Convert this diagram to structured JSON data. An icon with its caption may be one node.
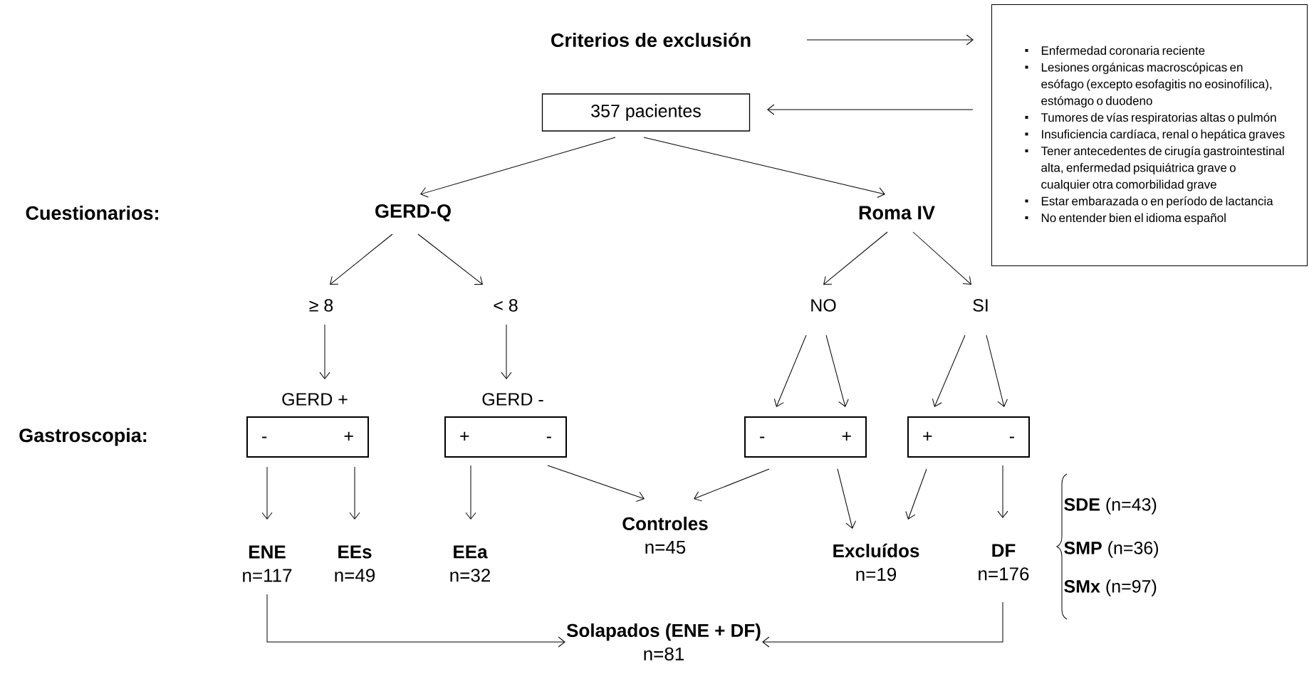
{
  "diagram": {
    "nodes": [
      {
        "text": [
          "Criterios de exclusión"
        ]
      },
      {
        "text": [
          "Enfermedad coronaria reciente",
          "Lesiones orgánicas macroscópicas en esófago (excepto esofagitis no eosinofílica), estómago o duodeno",
          "Tumores de vías respiratorias altas o pulmón",
          "Insuficiencia cardíaca, renal o hepática graves",
          "Tener antecedentes de cirugía gastrointestinal alta, enfermedad psiquiátrica grave o cualquier otra comorbilidad grave",
          "Estar embarazada o en período de lactancia",
          "No entender bien el idioma español"
        ]
      },
      {
        "text": [
          "357 pacientes"
        ]
      },
      {
        "text": [
          "GERD-Q"
        ]
      },
      {
        "text": [
          "Roma IV"
        ]
      },
      {
        "text": [
          "≥ 8"
        ]
      },
      {
        "text": [
          "< 8"
        ]
      },
      {
        "text": [
          "NO"
        ]
      },
      {
        "text": [
          "SI"
        ]
      },
      {
        "text": [
          "GERD +",
          "-",
          "+"
        ]
      },
      {
        "text": [
          "GERD -",
          "+",
          "-"
        ]
      },
      {
        "text": [
          "-",
          "+"
        ]
      },
      {
        "text": [
          "+",
          "-"
        ]
      },
      {
        "text": [
          "ENE",
          "n=117"
        ]
      },
      {
        "text": [
          "EEs",
          "n=49"
        ]
      },
      {
        "text": [
          "EEa",
          "n=32"
        ]
      },
      {
        "text": [
          "Controles",
          "n=45"
        ]
      },
      {
        "text": [
          "Excluídos",
          "n=19"
        ]
      },
      {
        "text": [
          "DF",
          "n=176"
        ]
      },
      {
        "text": [
          "Solapados (ENE + DF)",
          "n=81"
        ]
      }
    ],
    "edges": [
      {
        "from": 0,
        "to": 1,
        "arrow": "to"
      },
      {
        "from": 1,
        "to": 2,
        "arrow": "to"
      },
      {
        "from": 2,
        "to": 3,
        "arrow": "to"
      },
      {
        "from": 2,
        "to": 4,
        "arrow": "to"
      },
      {
        "from": 3,
        "to": 5,
        "arrow": "to"
      },
      {
        "from": 3,
        "to": 6,
        "arrow": "to"
      },
      {
        "from": 4,
        "to": 7,
        "arrow": "to"
      },
      {
        "from": 4,
        "to": 8,
        "arrow": "to"
      },
      {
        "from": 5,
        "to": 9,
        "arrow": "to"
      },
      {
        "from": 6,
        "to": 10,
        "arrow": "to"
      },
      {
        "from": 7,
        "to": 11,
        "arrow": "to"
      },
      {
        "from": 7,
        "to": 11,
        "arrow": "to"
      },
      {
        "from": 8,
        "to": 12,
        "arrow": "to"
      },
      {
        "from": 8,
        "to": 12,
        "arrow": "to"
      },
      {
        "from": 9,
        "to": 13,
        "arrow": "to"
      },
      {
        "from": 9,
        "to": 14,
        "arrow": "to"
      },
      {
        "from": 10,
        "to": 15,
        "arrow": "to"
      },
      {
        "from": 10,
        "to": 16,
        "arrow": "to"
      },
      {
        "from": 11,
        "to": 16,
        "arrow": "to"
      },
      {
        "from": 11,
        "to": 17,
        "arrow": "to"
      },
      {
        "from": 12,
        "to": 17,
        "arrow": "to"
      },
      {
        "from": 12,
        "to": 18,
        "arrow": "to"
      },
      {
        "from": 13,
        "to": 19,
        "arrow": "to"
      },
      {
        "from": 18,
        "to": 19,
        "arrow": "to"
      }
    ],
    "labels": [
      "Cuestionarios:",
      "Gastroscopia:",
      "**SDE** (n=43)",
      "**SMP** (n=36)",
      "**SMx** (n=97)"
    ]
  }
}
